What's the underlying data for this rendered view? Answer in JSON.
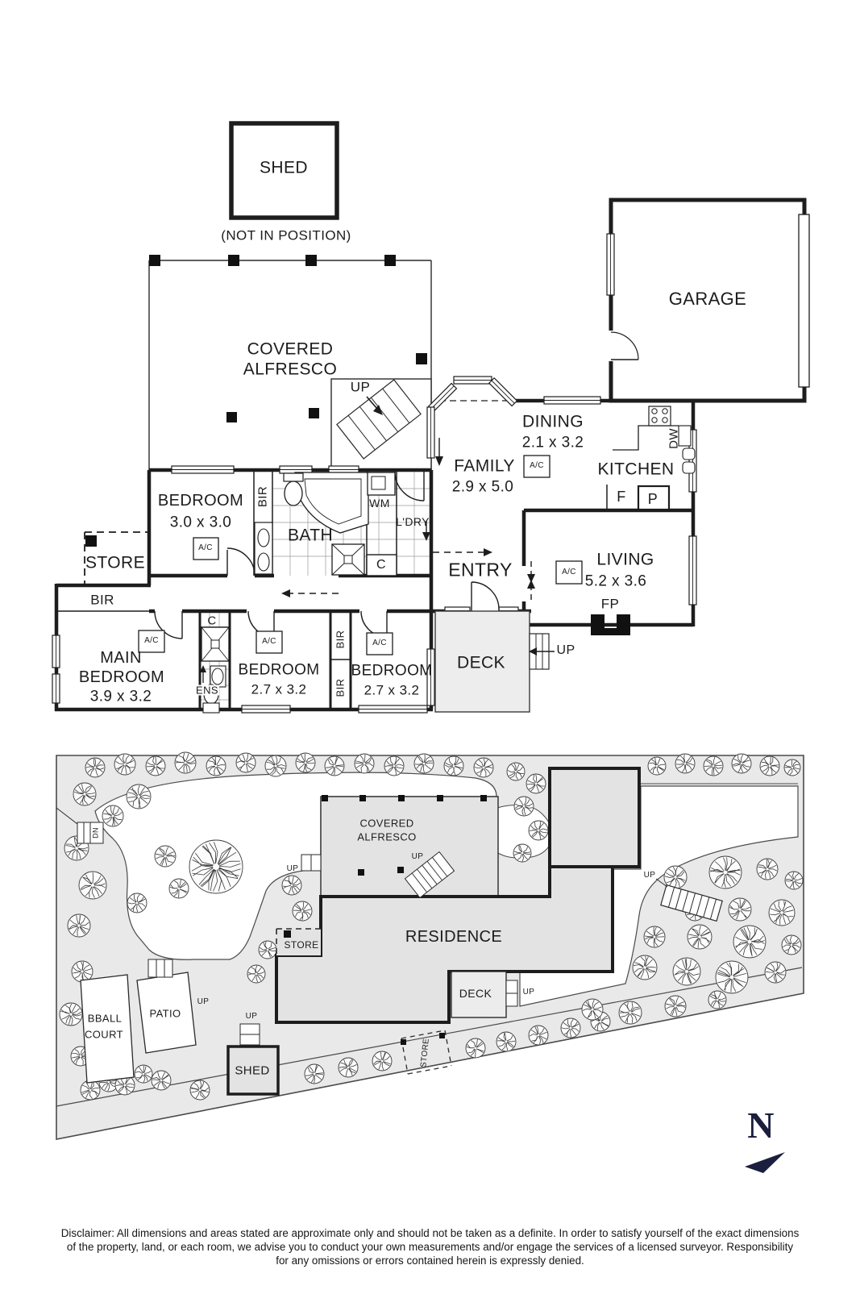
{
  "floor_plan": {
    "shed": {
      "label": "SHED",
      "note": "(NOT IN POSITION)"
    },
    "rooms": {
      "covered_alfresco": {
        "line1": "COVERED",
        "line2": "ALFRESCO"
      },
      "garage": {
        "name": "GARAGE"
      },
      "dining": {
        "name": "DINING",
        "dims": "2.1 x 3.2"
      },
      "family": {
        "name": "FAMILY",
        "dims": "2.9 x 5.0"
      },
      "kitchen": {
        "name": "KITCHEN"
      },
      "living": {
        "name": "LIVING",
        "dims": "5.2 x 3.6"
      },
      "entry": {
        "name": "ENTRY"
      },
      "bedroom1": {
        "name": "BEDROOM",
        "dims": "3.0 x 3.0"
      },
      "bath": {
        "name": "BATH"
      },
      "laundry": {
        "name": "L'DRY"
      },
      "store": {
        "name": "STORE"
      },
      "main_bedroom": {
        "line1": "MAIN",
        "line2": "BEDROOM",
        "dims": "3.9 x 3.2"
      },
      "bedroom2": {
        "name": "BEDROOM",
        "dims": "2.7 x 3.2"
      },
      "bedroom3": {
        "name": "BEDROOM",
        "dims": "2.7 x 3.2"
      },
      "ensuite": {
        "name": "ENS"
      },
      "deck": {
        "name": "DECK"
      }
    },
    "tags": {
      "ac": "A/C",
      "bir": "BIR",
      "wm": "WM",
      "dw": "DW",
      "fridge": "F",
      "pantry": "P",
      "cupboard": "C",
      "fireplace": "FP",
      "up": "UP"
    }
  },
  "site_plan": {
    "labels": {
      "covered_alfresco_line1": "COVERED",
      "covered_alfresco_line2": "ALFRESCO",
      "residence": "RESIDENCE",
      "deck": "DECK",
      "shed": "SHED",
      "patio": "PATIO",
      "bball_line1": "BBALL",
      "bball_line2": "COURT",
      "store": "STORE"
    },
    "tags": {
      "up": "UP",
      "dn": "DN"
    },
    "north": {
      "label": "N"
    },
    "colors": {
      "land": "#e9e9e9",
      "building": "#e3e3e3",
      "north_navy": "#1b1f3d"
    }
  },
  "disclaimer": {
    "line1": "Disclaimer: All dimensions and areas stated are approximate only and should not be taken as a definite. In order to satisfy yourself of the exact dimensions",
    "line2": "of the property, land, or each room, we advise you to conduct your own measurements and/or engage the services of a licensed surveyor. Responsibility",
    "line3": "for any omissions or errors contained herein is expressly denied."
  }
}
